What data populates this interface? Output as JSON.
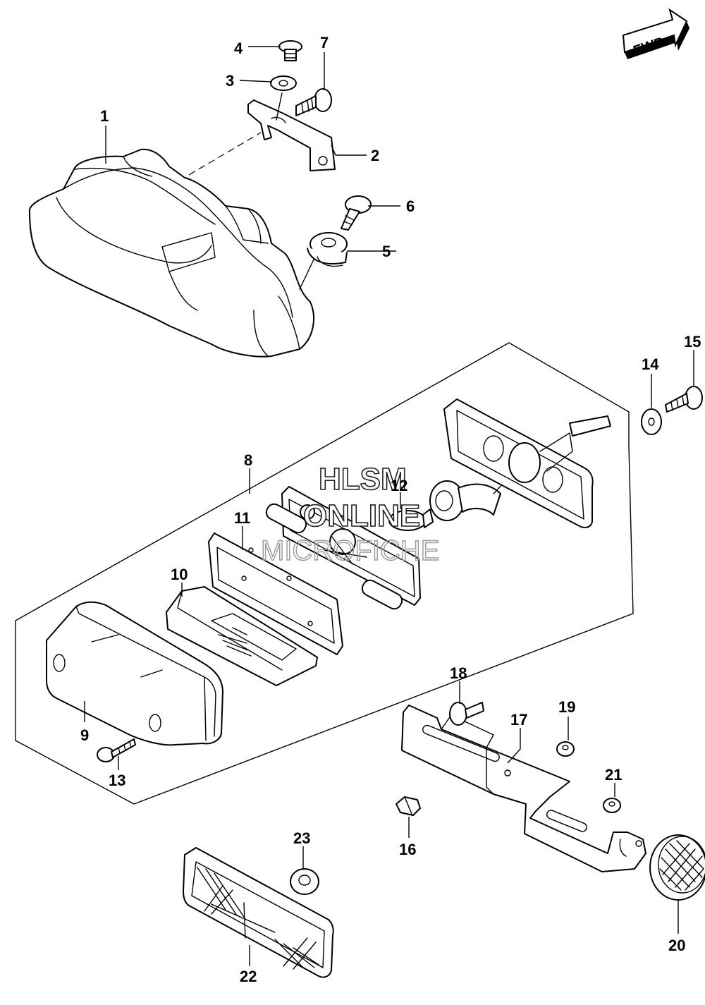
{
  "fwd_badge": {
    "label": "FWD"
  },
  "watermark": {
    "line1": "HLSM",
    "line2": "ONLINE",
    "line3": "MICROFICHE"
  },
  "callouts": [
    {
      "id": "1",
      "label": "1"
    },
    {
      "id": "2",
      "label": "2"
    },
    {
      "id": "3",
      "label": "3"
    },
    {
      "id": "4",
      "label": "4"
    },
    {
      "id": "5",
      "label": "5"
    },
    {
      "id": "6",
      "label": "6"
    },
    {
      "id": "7",
      "label": "7"
    },
    {
      "id": "8",
      "label": "8"
    },
    {
      "id": "9",
      "label": "9"
    },
    {
      "id": "10",
      "label": "10"
    },
    {
      "id": "11",
      "label": "11"
    },
    {
      "id": "12",
      "label": "12"
    },
    {
      "id": "13",
      "label": "13"
    },
    {
      "id": "14",
      "label": "14"
    },
    {
      "id": "15",
      "label": "15"
    },
    {
      "id": "16",
      "label": "16"
    },
    {
      "id": "17",
      "label": "17"
    },
    {
      "id": "18",
      "label": "18"
    },
    {
      "id": "19",
      "label": "19"
    },
    {
      "id": "20",
      "label": "20"
    },
    {
      "id": "21",
      "label": "21"
    },
    {
      "id": "22",
      "label": "22"
    },
    {
      "id": "23",
      "label": "23"
    }
  ]
}
